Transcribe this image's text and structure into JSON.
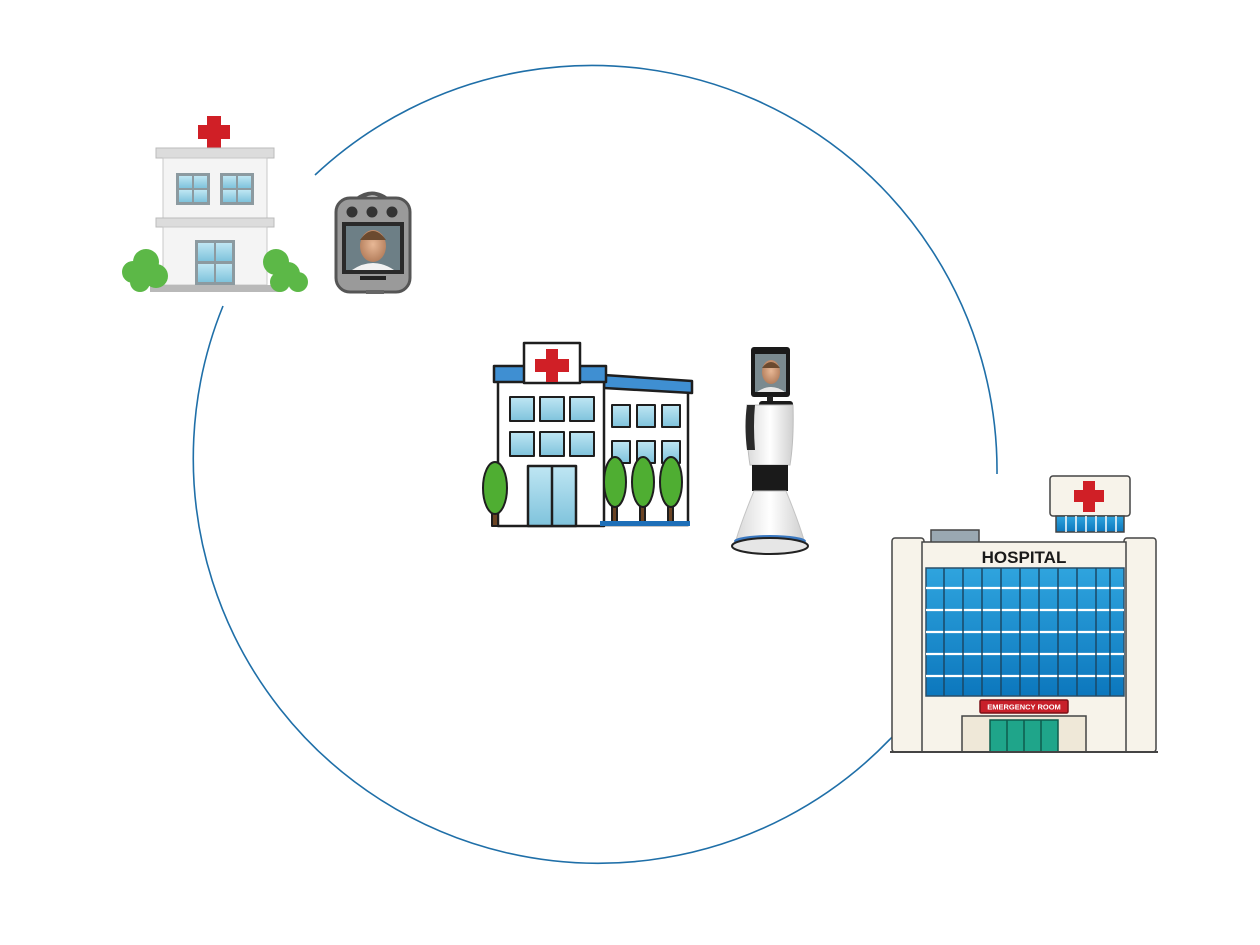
{
  "diagram": {
    "ring_color": "#1f6fa8",
    "accent_red": "#d01f26",
    "nodes": [
      {
        "id": "small-clinic",
        "icon": "small-clinic-building-icon",
        "device": "portable-telepresence-unit-icon"
      },
      {
        "id": "central-hospital",
        "icon": "central-hospital-building-icon",
        "device": "telepresence-robot-icon"
      },
      {
        "id": "large-hospital",
        "icon": "large-hospital-building-icon",
        "sign_text": "HOSPITAL",
        "banner_text": "EMERGENCY ROOM"
      }
    ]
  }
}
